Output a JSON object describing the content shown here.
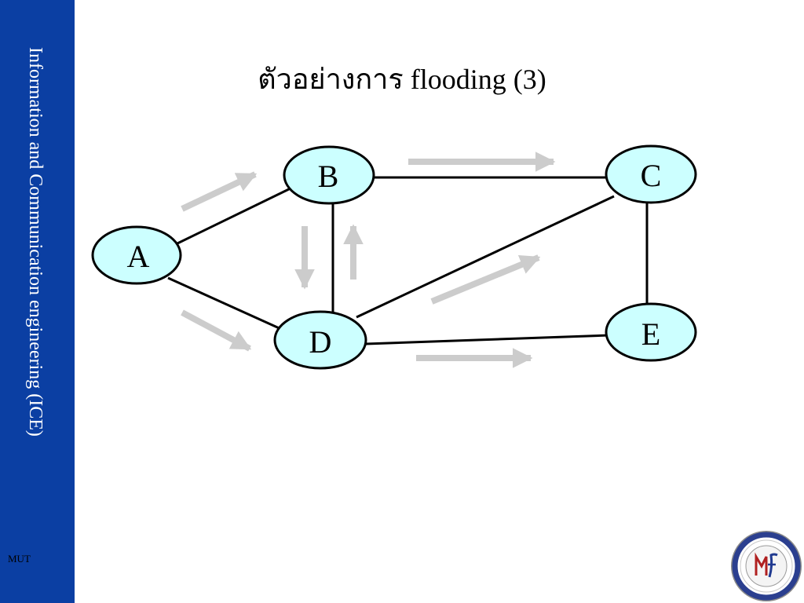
{
  "slide": {
    "title": "ตัวอย่างการ flooding (3)",
    "sidebar_text": "Information and Communication engineering (ICE)",
    "footer_label": "MUT"
  },
  "diagram": {
    "nodes": [
      {
        "id": "A",
        "label": "A"
      },
      {
        "id": "B",
        "label": "B"
      },
      {
        "id": "C",
        "label": "C"
      },
      {
        "id": "D",
        "label": "D"
      },
      {
        "id": "E",
        "label": "E"
      }
    ],
    "edges": [
      [
        "A",
        "B"
      ],
      [
        "A",
        "D"
      ],
      [
        "B",
        "C"
      ],
      [
        "B",
        "D"
      ],
      [
        "D",
        "C"
      ],
      [
        "D",
        "E"
      ],
      [
        "C",
        "E"
      ]
    ],
    "flood_arrows": [
      {
        "from": "A",
        "to": "B"
      },
      {
        "from": "A",
        "to": "D"
      },
      {
        "from": "B",
        "to": "C"
      },
      {
        "from": "B",
        "to": "D"
      },
      {
        "from": "D",
        "to": "B"
      },
      {
        "from": "D",
        "to": "C"
      },
      {
        "from": "D",
        "to": "E"
      }
    ],
    "colors": {
      "node_fill": "#ccffff",
      "node_stroke": "#000000",
      "edge": "#000000",
      "flood_arrow": "#cccccc",
      "sidebar": "#0b3fa3"
    }
  }
}
